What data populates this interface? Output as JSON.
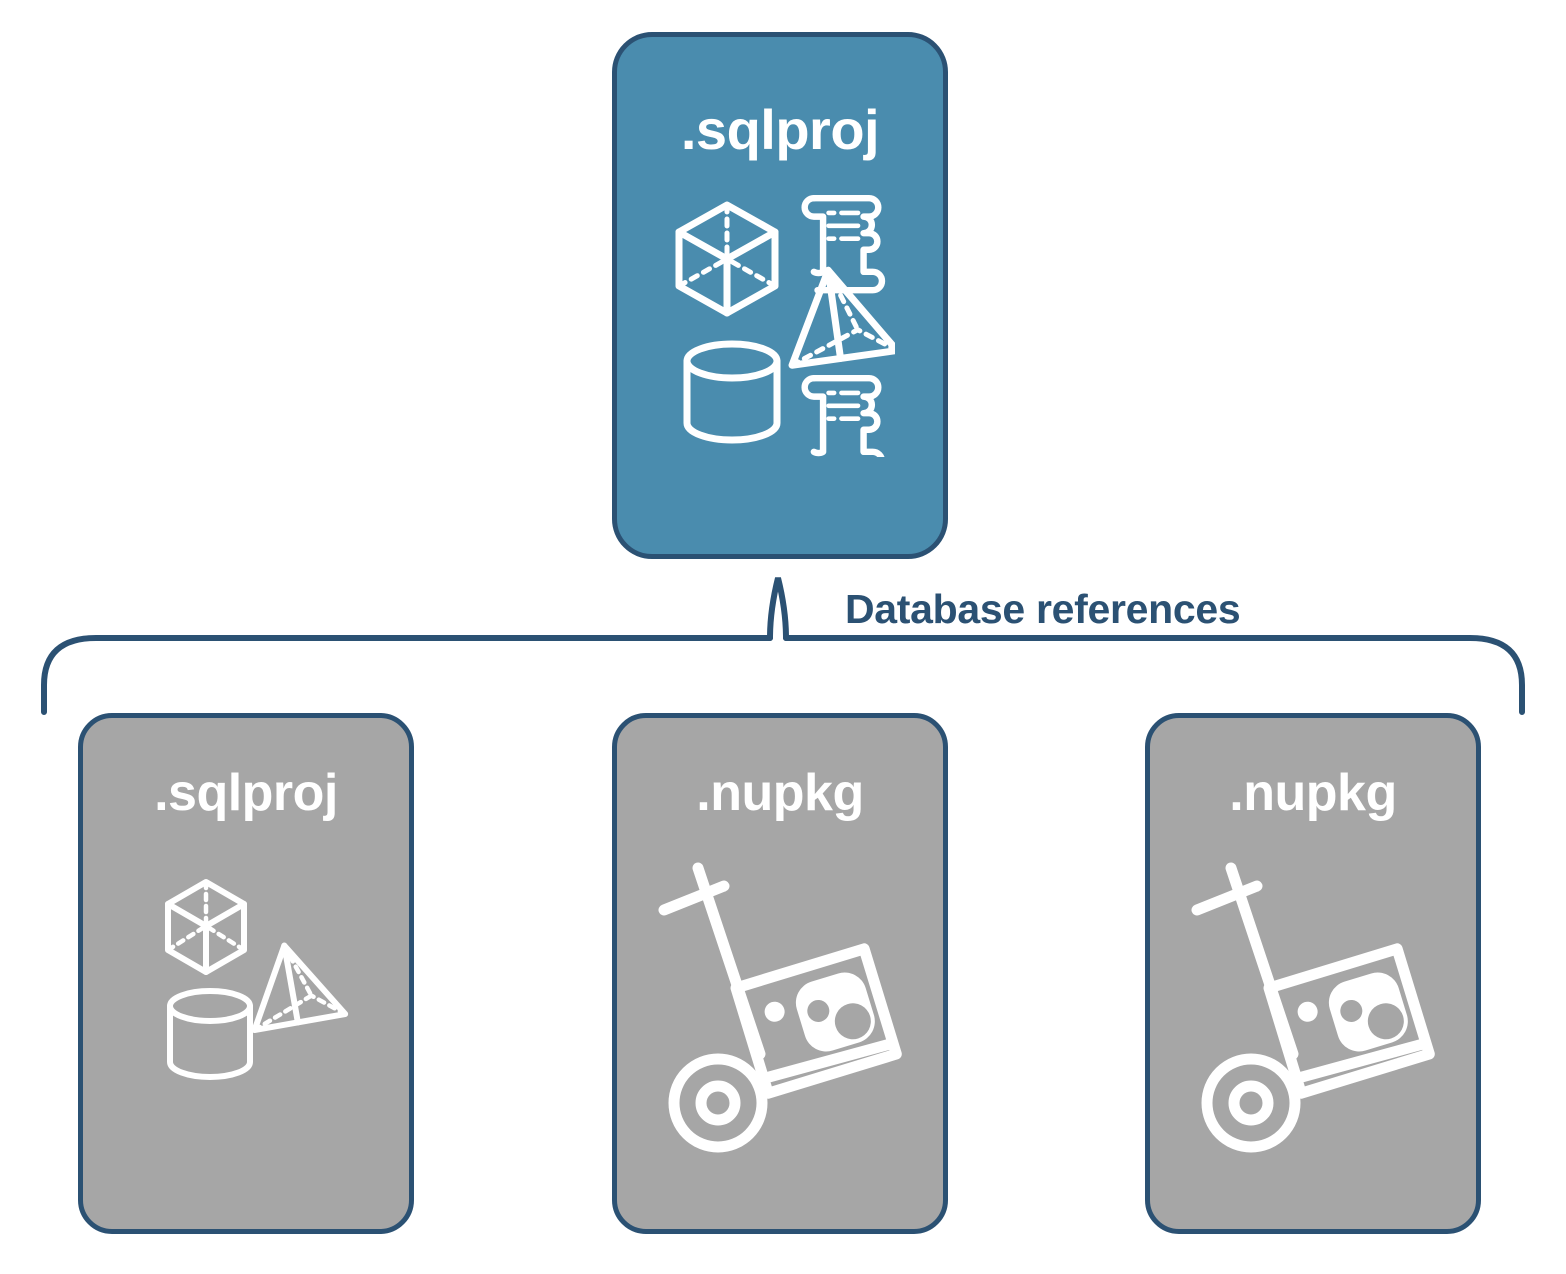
{
  "diagram": {
    "title_hidden": "",
    "connector_label": "Database references",
    "colors": {
      "primary_card": "#4a8cae",
      "secondary_card": "#a6a6a6",
      "border": "#2b5173",
      "label_text": "#2b5173",
      "card_text": "#ffffff",
      "background": "#ffffff"
    }
  },
  "top_card": {
    "label": ".sqlproj",
    "type": "project",
    "icons": [
      {
        "name": "cube-icon"
      },
      {
        "name": "scroll-script-icon"
      },
      {
        "name": "pyramid-icon"
      },
      {
        "name": "cylinder-icon"
      },
      {
        "name": "scroll-script-icon"
      }
    ]
  },
  "references": [
    {
      "label": ".sqlproj",
      "type": "project",
      "icons": [
        {
          "name": "cube-icon"
        },
        {
          "name": "pyramid-icon"
        },
        {
          "name": "cylinder-icon"
        }
      ]
    },
    {
      "label": ".nupkg",
      "type": "package",
      "icons": [
        {
          "name": "hand-truck-package-icon"
        }
      ]
    },
    {
      "label": ".nupkg",
      "type": "package",
      "icons": [
        {
          "name": "hand-truck-package-icon"
        }
      ]
    }
  ]
}
